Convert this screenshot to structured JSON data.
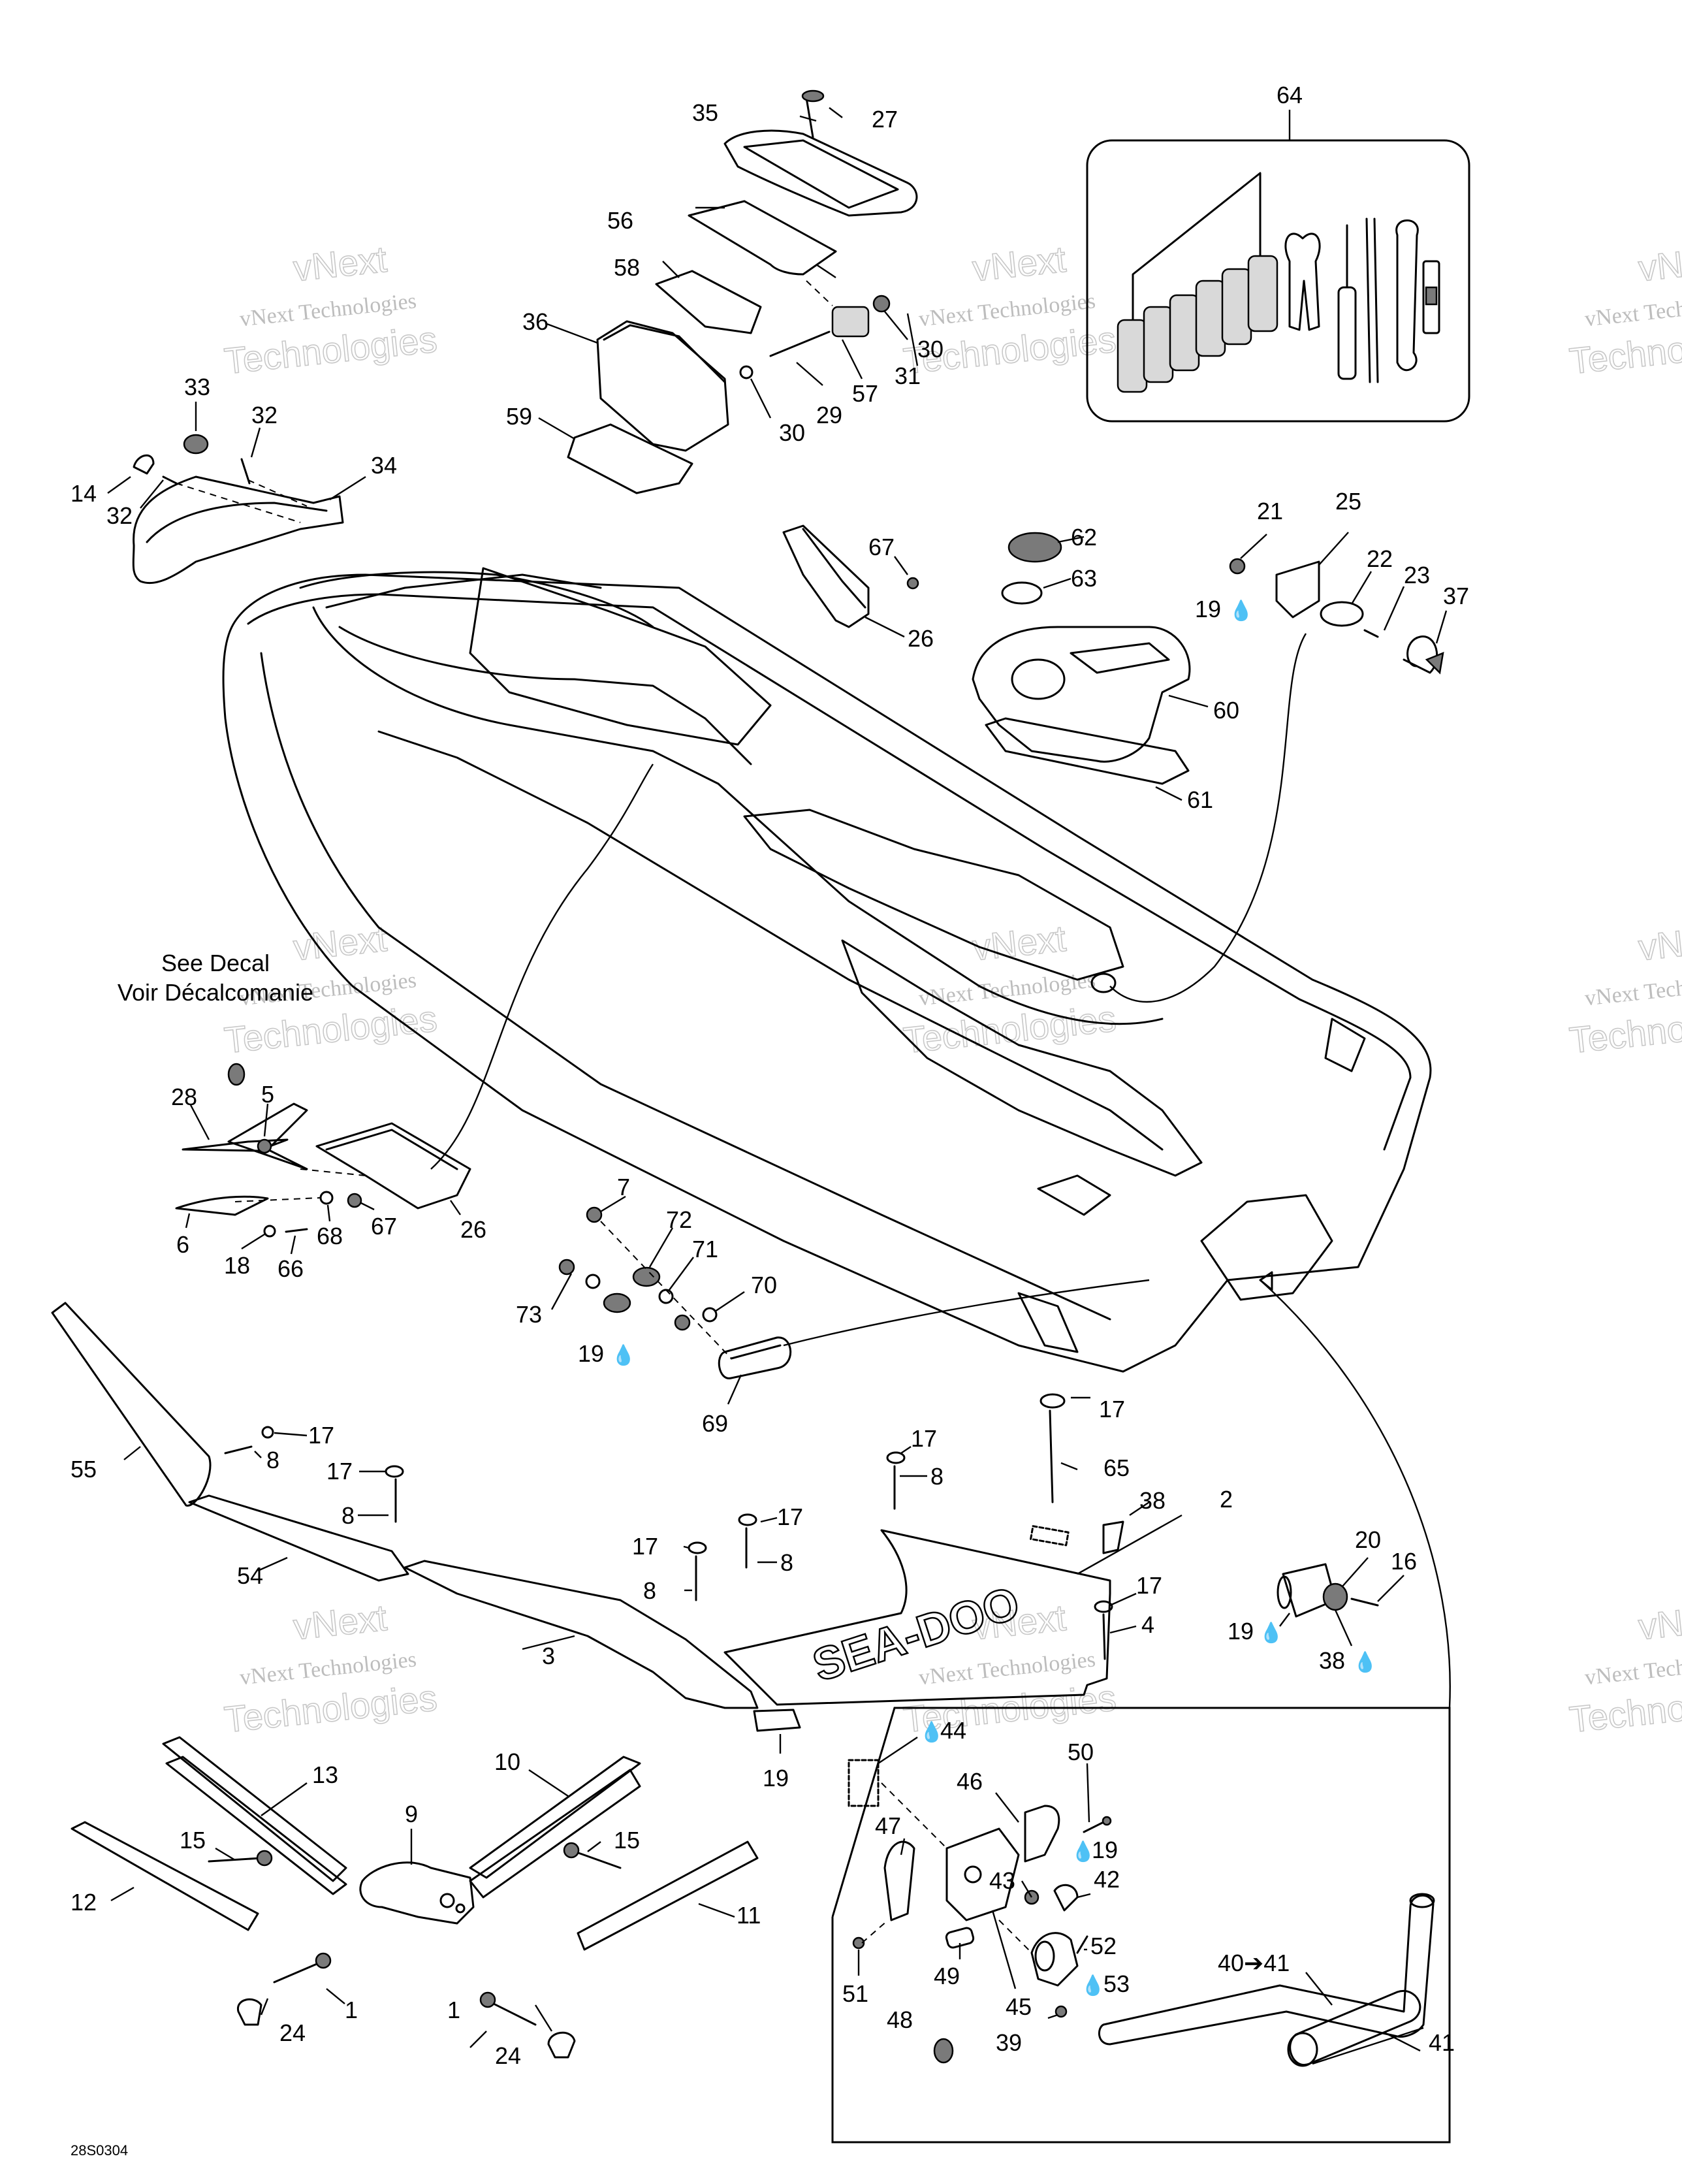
{
  "diagram": {
    "callouts": [
      {
        "id": "c27",
        "text": "27"
      },
      {
        "id": "c35",
        "text": "35"
      },
      {
        "id": "c56",
        "text": "56"
      },
      {
        "id": "c58",
        "text": "58"
      },
      {
        "id": "c36",
        "text": "36"
      },
      {
        "id": "c30a",
        "text": "30"
      },
      {
        "id": "c31",
        "text": "31"
      },
      {
        "id": "c57",
        "text": "57"
      },
      {
        "id": "c29",
        "text": "29"
      },
      {
        "id": "c30b",
        "text": "30"
      },
      {
        "id": "c59",
        "text": "59"
      },
      {
        "id": "c64",
        "text": "64"
      },
      {
        "id": "c33",
        "text": "33"
      },
      {
        "id": "c32a",
        "text": "32"
      },
      {
        "id": "c34",
        "text": "34"
      },
      {
        "id": "c14",
        "text": "14"
      },
      {
        "id": "c32b",
        "text": "32"
      },
      {
        "id": "c67a",
        "text": "67"
      },
      {
        "id": "c26a",
        "text": "26"
      },
      {
        "id": "c62",
        "text": "62"
      },
      {
        "id": "c63",
        "text": "63"
      },
      {
        "id": "c60",
        "text": "60"
      },
      {
        "id": "c61",
        "text": "61"
      },
      {
        "id": "c21",
        "text": "21"
      },
      {
        "id": "c25",
        "text": "25"
      },
      {
        "id": "c19a",
        "text": "19"
      },
      {
        "id": "c22",
        "text": "22"
      },
      {
        "id": "c23",
        "text": "23"
      },
      {
        "id": "c37",
        "text": "37"
      },
      {
        "id": "c28",
        "text": "28"
      },
      {
        "id": "c5",
        "text": "5"
      },
      {
        "id": "c6",
        "text": "6"
      },
      {
        "id": "c18",
        "text": "18"
      },
      {
        "id": "c66",
        "text": "66"
      },
      {
        "id": "c68",
        "text": "68"
      },
      {
        "id": "c67b",
        "text": "67"
      },
      {
        "id": "c26b",
        "text": "26"
      },
      {
        "id": "c7",
        "text": "7"
      },
      {
        "id": "c72",
        "text": "72"
      },
      {
        "id": "c71",
        "text": "71"
      },
      {
        "id": "c70",
        "text": "70"
      },
      {
        "id": "c73",
        "text": "73"
      },
      {
        "id": "c19b",
        "text": "19"
      },
      {
        "id": "c69",
        "text": "69"
      },
      {
        "id": "c55",
        "text": "55"
      },
      {
        "id": "c17a",
        "text": "17"
      },
      {
        "id": "c8a",
        "text": "8"
      },
      {
        "id": "c17b",
        "text": "17"
      },
      {
        "id": "c8b",
        "text": "8"
      },
      {
        "id": "c54",
        "text": "54"
      },
      {
        "id": "c17c",
        "text": "17"
      },
      {
        "id": "c8c",
        "text": "8"
      },
      {
        "id": "c17d",
        "text": "17"
      },
      {
        "id": "c8d",
        "text": "8"
      },
      {
        "id": "c17e",
        "text": "17"
      },
      {
        "id": "c8e",
        "text": "8"
      },
      {
        "id": "c17f",
        "text": "17"
      },
      {
        "id": "c65",
        "text": "65"
      },
      {
        "id": "c38a",
        "text": "38"
      },
      {
        "id": "c2",
        "text": "2"
      },
      {
        "id": "c17g",
        "text": "17"
      },
      {
        "id": "c4",
        "text": "4"
      },
      {
        "id": "c3",
        "text": "3"
      },
      {
        "id": "c20",
        "text": "20"
      },
      {
        "id": "c16",
        "text": "16"
      },
      {
        "id": "c19c",
        "text": "19"
      },
      {
        "id": "c19d",
        "text": "19"
      },
      {
        "id": "c38b",
        "text": "38"
      },
      {
        "id": "c13",
        "text": "13"
      },
      {
        "id": "c10",
        "text": "10"
      },
      {
        "id": "c9",
        "text": "9"
      },
      {
        "id": "c15a",
        "text": "15"
      },
      {
        "id": "c15b",
        "text": "15"
      },
      {
        "id": "c12",
        "text": "12"
      },
      {
        "id": "c11",
        "text": "11"
      },
      {
        "id": "c1a",
        "text": "1"
      },
      {
        "id": "c1b",
        "text": "1"
      },
      {
        "id": "c24a",
        "text": "24"
      },
      {
        "id": "c24b",
        "text": "24"
      },
      {
        "id": "c44",
        "text": "44"
      },
      {
        "id": "c50",
        "text": "50"
      },
      {
        "id": "c46",
        "text": "46"
      },
      {
        "id": "c19e",
        "text": "19"
      },
      {
        "id": "c47",
        "text": "47"
      },
      {
        "id": "c43",
        "text": "43"
      },
      {
        "id": "c42",
        "text": "42"
      },
      {
        "id": "c49",
        "text": "49"
      },
      {
        "id": "c52",
        "text": "52"
      },
      {
        "id": "c53",
        "text": "53"
      },
      {
        "id": "c51",
        "text": "51"
      },
      {
        "id": "c45",
        "text": "45"
      },
      {
        "id": "c48",
        "text": "48"
      },
      {
        "id": "c39",
        "text": "39"
      },
      {
        "id": "c40_41",
        "text": "40➔41"
      },
      {
        "id": "c41",
        "text": "41"
      }
    ],
    "decal_note": {
      "line1": "See Decal",
      "line2": "Voir Décalcomanie"
    },
    "hull_lettering": "SEA-DOO",
    "watermark": {
      "line1": "vNext",
      "line2": "vNext Technologies",
      "line3": "Technologies"
    },
    "drawing_code": "28S0304",
    "colors": {
      "ink": "#000000",
      "paper": "#ffffff",
      "watermark": "#bdbdbd"
    }
  }
}
